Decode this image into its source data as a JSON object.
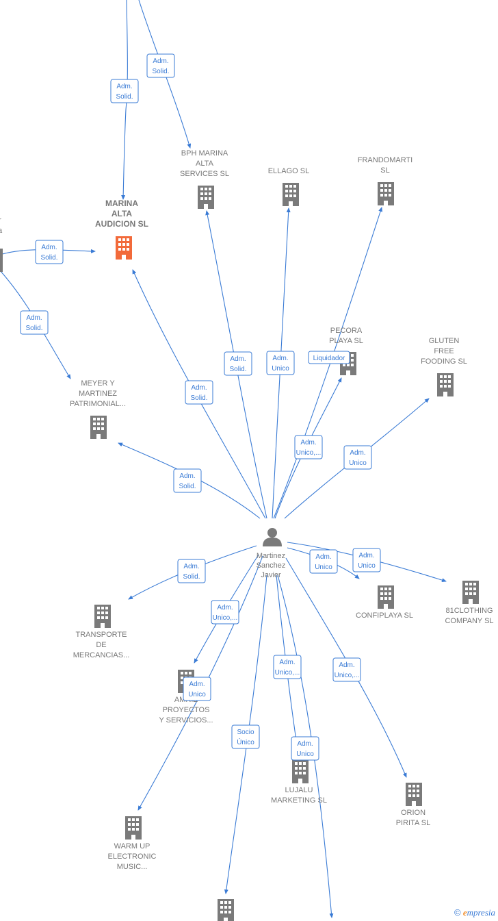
{
  "colors": {
    "edge": "#3a7bd5",
    "building": "#7a7a7a",
    "highlight": "#f26a3a",
    "person": "#7a7a7a",
    "label": "#777777"
  },
  "person": {
    "name_lines": [
      "Martinez",
      "Sanchez",
      "Javier"
    ],
    "icon": "person-icon"
  },
  "companies": [
    {
      "id": "marina-alta-audicion",
      "lines": [
        "MARINA",
        "ALTA",
        "AUDICION SL"
      ],
      "highlight": true
    },
    {
      "id": "bph-marina",
      "lines": [
        "BPH MARINA",
        "ALTA",
        "SERVICES SL"
      ]
    },
    {
      "id": "ellago",
      "lines": [
        "ELLAGO SL"
      ]
    },
    {
      "id": "frandomarti",
      "lines": [
        "FRANDOMARTI",
        "SL"
      ]
    },
    {
      "id": "pecora-playa",
      "lines": [
        "PECORA",
        "PLAYA SL"
      ]
    },
    {
      "id": "gluten-free",
      "lines": [
        "GLUTEN",
        "FREE",
        "FOODING SL"
      ]
    },
    {
      "id": "meyer-martinez",
      "lines": [
        "MEYER Y",
        "MARTINEZ",
        "PATRIMONIAL..."
      ]
    },
    {
      "id": "transporte",
      "lines": [
        "TRANSPORTE",
        "DE",
        "MERCANCIAS..."
      ]
    },
    {
      "id": "confiplaya",
      "lines": [
        "CONFIPLAYA SL"
      ]
    },
    {
      "id": "81clothing",
      "lines": [
        "81CLOTHING",
        "COMPANY SL"
      ]
    },
    {
      "id": "amriz",
      "lines": [
        "AMRIZ",
        "PROYECTOS",
        "Y SERVICIOS..."
      ]
    },
    {
      "id": "lujalu",
      "lines": [
        "LUJALU",
        "MARKETING SL"
      ]
    },
    {
      "id": "orion-pirita",
      "lines": [
        "ORION",
        "PIRITA SL"
      ]
    },
    {
      "id": "warm-up",
      "lines": [
        "WARM UP",
        "ELECTRONIC",
        "MUSIC..."
      ]
    },
    {
      "id": "bottom-company",
      "lines": []
    },
    {
      "id": "left-partial",
      "lines": [
        "r",
        "a"
      ]
    }
  ],
  "roles": [
    {
      "lines": [
        "Adm.",
        "Solid."
      ]
    },
    {
      "lines": [
        "Adm.",
        "Solid."
      ]
    },
    {
      "lines": [
        "Adm.",
        "Solid."
      ]
    },
    {
      "lines": [
        "Adm.",
        "Solid."
      ]
    },
    {
      "lines": [
        "Adm.",
        "Solid."
      ]
    },
    {
      "lines": [
        "Adm.",
        "Solid."
      ]
    },
    {
      "lines": [
        "Adm.",
        "Unico"
      ]
    },
    {
      "lines": [
        "Liquidador"
      ]
    },
    {
      "lines": [
        "Adm.",
        "Unico,..."
      ]
    },
    {
      "lines": [
        "Adm.",
        "Unico"
      ]
    },
    {
      "lines": [
        "Adm.",
        "Solid."
      ]
    },
    {
      "lines": [
        "Adm.",
        "Solid."
      ]
    },
    {
      "lines": [
        "Adm.",
        "Unico"
      ]
    },
    {
      "lines": [
        "Adm.",
        "Unico"
      ]
    },
    {
      "lines": [
        "Adm.",
        "Unico,..."
      ]
    },
    {
      "lines": [
        "Adm.",
        "Unico"
      ]
    },
    {
      "lines": [
        "Socio",
        "Único"
      ]
    },
    {
      "lines": [
        "Adm.",
        "Unico,..."
      ]
    },
    {
      "lines": [
        "Adm.",
        "Unico"
      ]
    },
    {
      "lines": [
        "Adm.",
        "Unico,..."
      ]
    }
  ],
  "watermark": {
    "copyright": "©",
    "brand_initial": "e",
    "brand_rest": "mpresia"
  }
}
